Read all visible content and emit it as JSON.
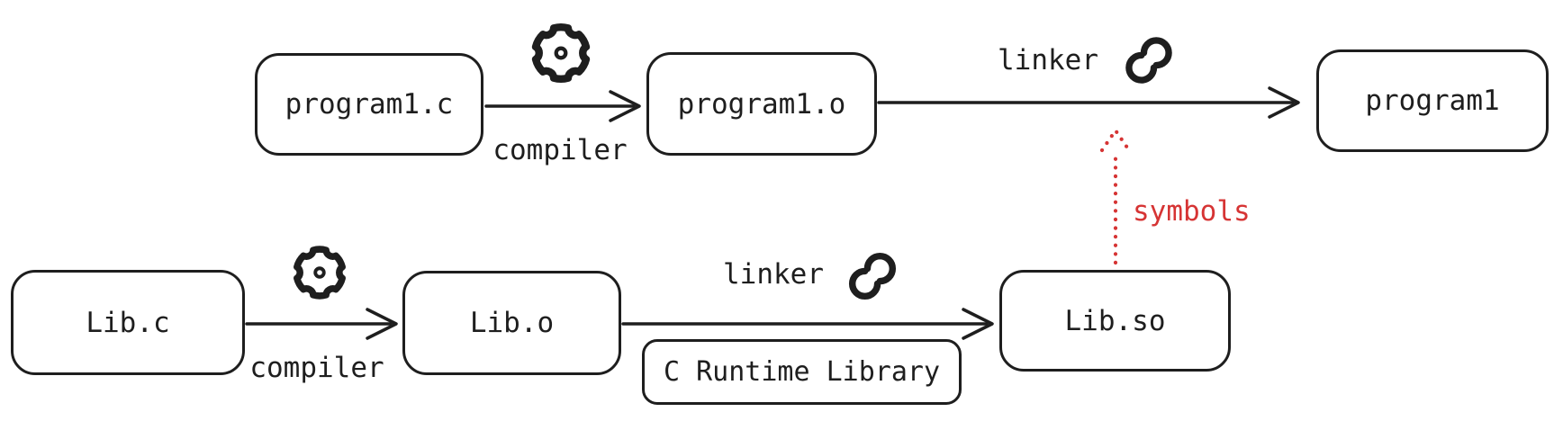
{
  "diagram": {
    "colors": {
      "stroke": "#1e1e1e",
      "symbols_red": "#d63434",
      "background": "#ffffff"
    },
    "nodes": {
      "program1_c": {
        "label": "program1.c"
      },
      "program1_o": {
        "label": "program1.o"
      },
      "program1": {
        "label": "program1"
      },
      "lib_c": {
        "label": "Lib.c"
      },
      "lib_o": {
        "label": "Lib.o"
      },
      "lib_so": {
        "label": "Lib.so"
      },
      "c_runtime": {
        "label": "C Runtime Library"
      }
    },
    "edges": {
      "compile_top": {
        "label": "compiler",
        "icon": "gear-icon",
        "from": "program1.c",
        "to": "program1.o"
      },
      "link_top": {
        "label": "linker",
        "icon": "link-icon",
        "from": "program1.o",
        "to": "program1"
      },
      "compile_bottom": {
        "label": "compiler",
        "icon": "gear-icon",
        "from": "Lib.c",
        "to": "Lib.o"
      },
      "link_bottom": {
        "label": "linker",
        "icon": "link-icon",
        "from": "Lib.o",
        "to": "Lib.so"
      },
      "symbols": {
        "label": "symbols",
        "style": "dotted-red",
        "from": "Lib.so",
        "to": "linker (top)"
      }
    }
  }
}
